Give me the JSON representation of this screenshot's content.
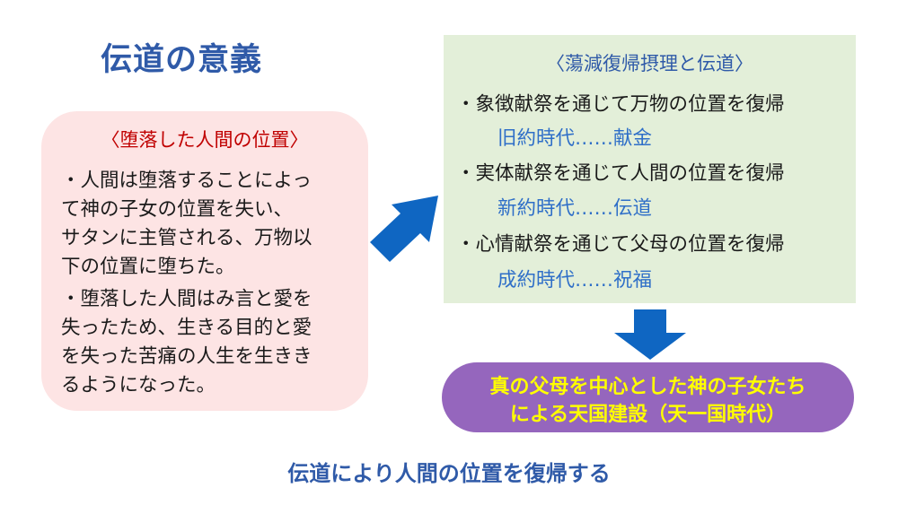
{
  "title": "伝道の意義",
  "fall_box": {
    "heading": "〈堕落した人間の位置〉",
    "para1_lines": [
      "・人間は堕落することによっ",
      "て神の子女の位置を失い、",
      "サタンに主管される、万物以",
      "下の位置に堕ちた。"
    ],
    "para2_lines": [
      "・堕落した人間はみ言と愛を",
      "失ったため、生きる目的と愛",
      "を失った苦痛の人生を生きき",
      "るようになった。"
    ]
  },
  "restoration_box": {
    "heading": "〈蕩減復帰摂理と伝道〉",
    "items": [
      {
        "text": "・象徴献祭を通じて万物の位置を復帰",
        "sub": "旧約時代……献金"
      },
      {
        "text": "・実体献祭を通じて人間の位置を復帰",
        "sub": "新約時代……伝道"
      },
      {
        "text": "・心情献祭を通じて父母の位置を復帰",
        "sub": "成約時代……祝福"
      }
    ]
  },
  "result_box": {
    "line1": "真の父母を中心とした神の子女たち",
    "line2": "による天国建設（天一国時代）"
  },
  "bottom_text": "伝道により人間の位置を復帰する",
  "colors": {
    "title_blue": "#2f5aa8",
    "arrow_blue": "#0f66c2",
    "pink_bg": "#fde4e4",
    "green_bg": "#e3efd9",
    "purple_bg": "#9566bd",
    "result_text": "#ffff00",
    "heading_red": "#c00000"
  }
}
